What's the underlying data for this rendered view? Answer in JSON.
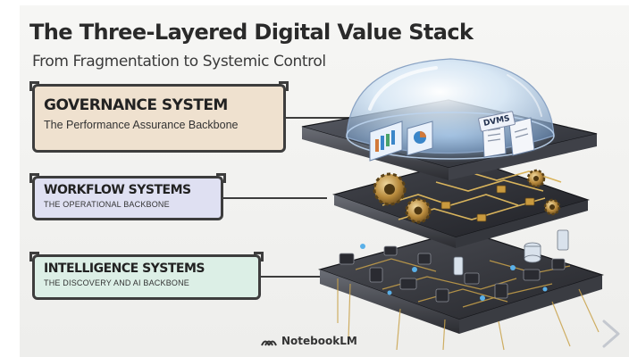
{
  "title": "The Three-Layered Digital Value Stack",
  "subtitle": "From Fragmentation to Systemic Control",
  "layers": [
    {
      "title": "GOVERNANCE SYSTEM",
      "subtitle": "The Performance Assurance Backbone",
      "color": "#efe1cf"
    },
    {
      "title": "WORKFLOW SYSTEMS",
      "subtitle": "THE OPERATIONAL BACKBONE",
      "color": "#dfe0f2"
    },
    {
      "title": "INTELLIGENCE SYSTEMS",
      "subtitle": "THE DISCOVERY AND AI BACKBONE",
      "color": "#dcefe6"
    }
  ],
  "illustration": {
    "dome_label": "DVMS"
  },
  "branding": {
    "name": "NotebookLM",
    "icon": "notebooklm-logo-icon"
  },
  "navigation": {
    "next_icon": "chevron-right-icon"
  }
}
